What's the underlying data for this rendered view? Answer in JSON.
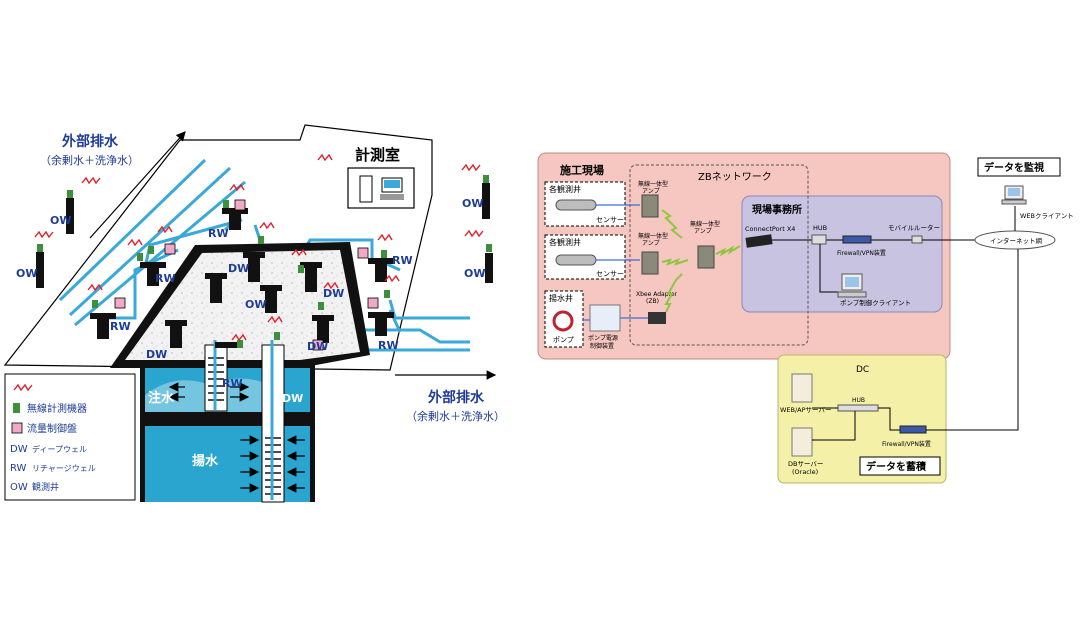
{
  "left": {
    "ext_drain_top": "外部排水",
    "ext_drain_top_sub": "（余剰水＋洗浄水）",
    "ext_drain_right": "外部排水",
    "ext_drain_right_sub": "（余剰水＋洗浄水）",
    "control_room": "計測室",
    "dw": "DW",
    "rw": "RW",
    "ow": "OW",
    "injection": "注水",
    "pumping": "揚水",
    "legend": {
      "wireless_label": "無線計測機器",
      "flow_label": "流量制御盤",
      "dw_key": "DW",
      "dw_desc": "ディープウェル",
      "rw_key": "RW",
      "rw_desc": "リチャージウェル",
      "ow_key": "OW",
      "ow_desc": "観測井"
    }
  },
  "right": {
    "site_title": "施工現場",
    "obs_well_1": "各観測井",
    "obs_well_2": "各観測井",
    "sensor_1": "センサー",
    "sensor_2": "センサー",
    "pump_well": "揚水井",
    "pump": "ポンプ",
    "pump_ctrl": [
      "ポンプ電源",
      "制御装置"
    ],
    "zb_title": "ZBネットワーク",
    "amp_a": [
      "無線一体型",
      "アンプ"
    ],
    "amp_b": [
      "無線一体型",
      "アンプ"
    ],
    "amp_c": [
      "無線一体型",
      "アンプ"
    ],
    "xbee": [
      "Xbee Adapter",
      "(ZB)"
    ],
    "office_title": "現場事務所",
    "connectport": "ConnectPort X4",
    "hub": "HUB",
    "mobile_router": "モバイルルーター",
    "firewall": "Firewall/VPN装置",
    "pump_client": "ポンプ制御クライアント",
    "internet": "インターネット網",
    "monitor_title": "データを監視",
    "web_client": "WEBクライアント",
    "dc_title": "DC",
    "web_ap": "WEB/APサーバー",
    "db_server": [
      "DBサーバー",
      "(Oracle)"
    ],
    "dc_hub": "HUB",
    "dc_firewall": "Firewall/VPN装置",
    "store_title": "データを蓄積"
  },
  "colors": {
    "pipe": "#3aa8d8",
    "water": "#2aa5cf",
    "flow_box": "#f2a9c9",
    "device": "#3c8f3c",
    "site_bg": "#f6c6c0",
    "office_bg": "#c9c3e2",
    "dc_bg": "#f4f0a8",
    "label_blue": "#1e3c96"
  }
}
